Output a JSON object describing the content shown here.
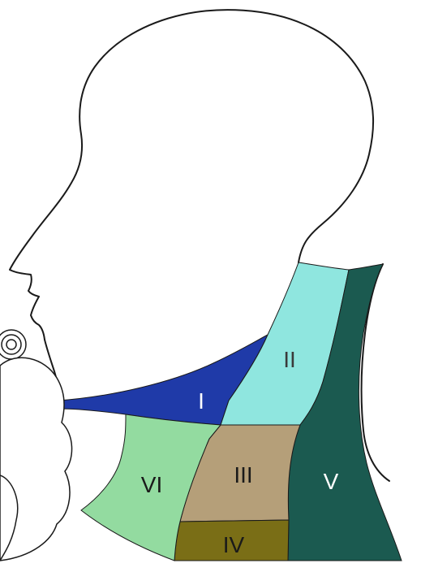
{
  "diagram": {
    "zones": [
      {
        "id": "I",
        "label": "I",
        "color": "#1f3aa8",
        "text_color": "#ffffff"
      },
      {
        "id": "II",
        "label": "II",
        "color": "#8fe6df",
        "text_color": "#3a3a3a"
      },
      {
        "id": "III",
        "label": "III",
        "color": "#b59f79",
        "text_color": "#1a1a1a"
      },
      {
        "id": "IV",
        "label": "IV",
        "color": "#7a6e16",
        "text_color": "#1a1a1a"
      },
      {
        "id": "V",
        "label": "V",
        "color": "#1b5a50",
        "text_color": "#ffffff"
      },
      {
        "id": "VI",
        "label": "VI",
        "color": "#93dba0",
        "text_color": "#1a1a1a"
      }
    ],
    "outline_color": "#1a1a1a",
    "background_color": "#ffffff"
  }
}
